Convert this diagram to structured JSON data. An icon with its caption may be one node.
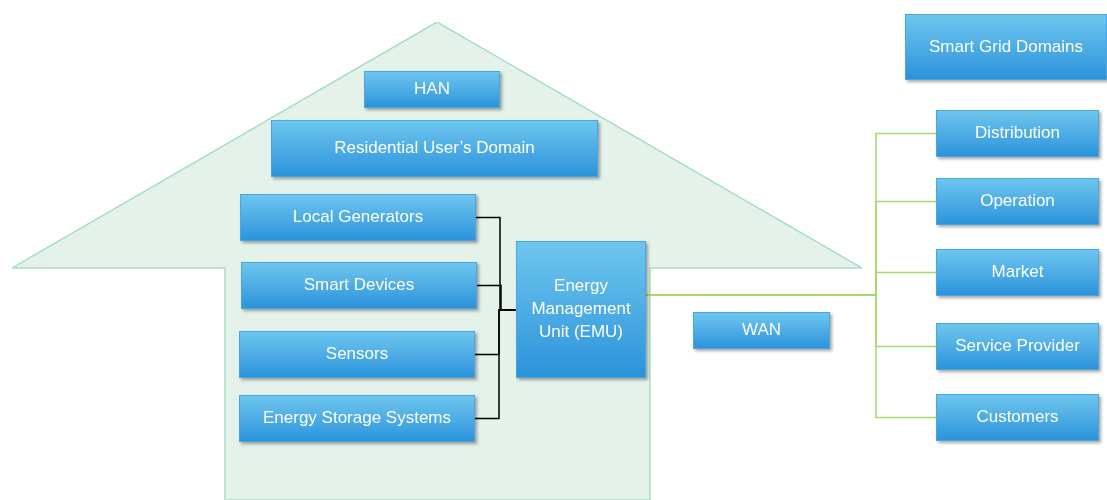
{
  "diagram": {
    "nodes": [
      {
        "text": [],
        "shape": "house"
      },
      {
        "text": [
          "HAN"
        ],
        "in": 0
      },
      {
        "text": [
          "Residential User’s Domain"
        ],
        "in": 0
      },
      {
        "text": [
          "Local Generators"
        ],
        "in": 0
      },
      {
        "text": [
          "Smart Devices"
        ],
        "in": 0
      },
      {
        "text": [
          "Sensors"
        ],
        "in": 0
      },
      {
        "text": [
          "Energy Storage Systems"
        ],
        "in": 0
      },
      {
        "text": [
          "Energy Management Unit (EMU)"
        ],
        "in": 0
      },
      {
        "text": [
          "WAN"
        ]
      },
      {
        "text": [
          "Smart Grid Domains"
        ]
      },
      {
        "text": [
          "Distribution"
        ]
      },
      {
        "text": [
          "Operation"
        ]
      },
      {
        "text": [
          "Market"
        ]
      },
      {
        "text": [
          "Service Provider"
        ]
      },
      {
        "text": [
          "Customers"
        ]
      }
    ],
    "edges": [
      {
        "from": 3,
        "to": 7,
        "arrow": "none",
        "color": "#000000"
      },
      {
        "from": 4,
        "to": 7,
        "arrow": "none",
        "color": "#000000"
      },
      {
        "from": 5,
        "to": 7,
        "arrow": "none",
        "color": "#000000"
      },
      {
        "from": 6,
        "to": 7,
        "arrow": "none",
        "color": "#000000"
      },
      {
        "from": 7,
        "to": 10,
        "arrow": "none"
      },
      {
        "from": 7,
        "to": 11,
        "arrow": "none"
      },
      {
        "from": 7,
        "to": 12,
        "arrow": "none"
      },
      {
        "from": 7,
        "to": 13,
        "arrow": "none"
      },
      {
        "from": 7,
        "to": 14,
        "arrow": "none"
      }
    ]
  }
}
